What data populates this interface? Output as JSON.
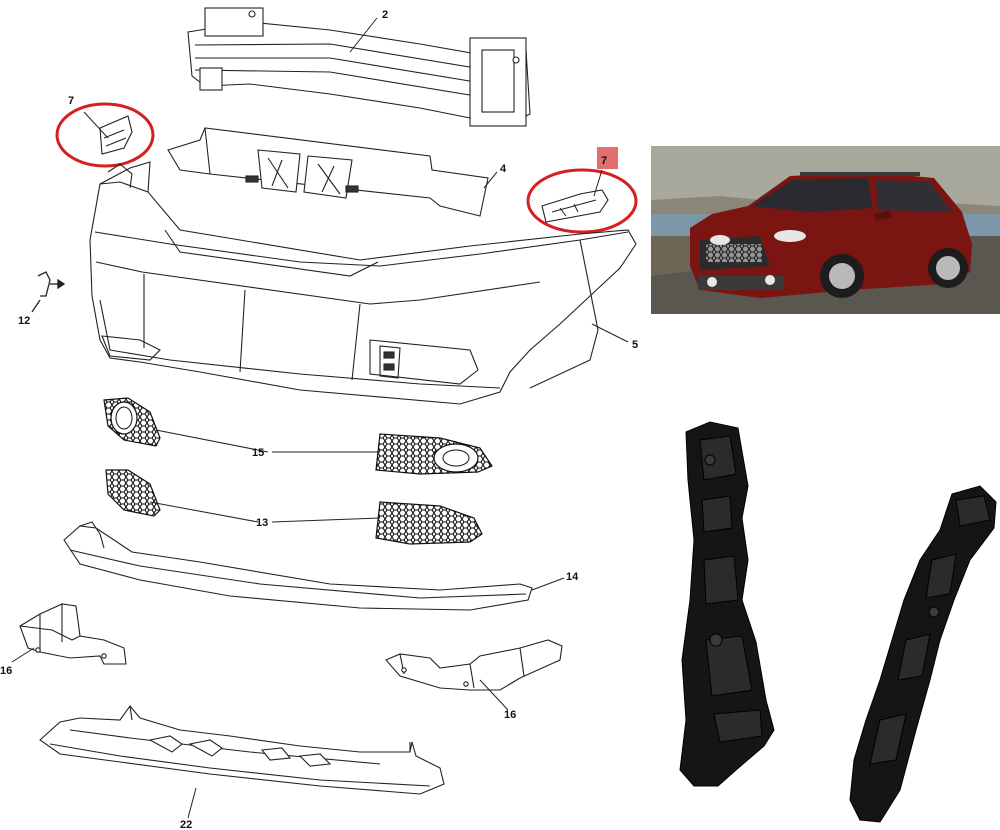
{
  "diagram": {
    "callouts": {
      "reinforcement": "2",
      "absorber": "4",
      "fascia": "5",
      "bracket_left": "7",
      "bracket_right": "7",
      "clip": "12",
      "grille_lower": "13",
      "spoiler": "14",
      "grille_fog": "15",
      "shield_left": "16",
      "shield_right": "16",
      "air_dam": "22"
    },
    "highlight_color": "#d42020",
    "callout_tag_color": "#e07070"
  },
  "photo": {
    "vehicle_body_color": "#7a1512",
    "sky_color": "#a9a89c",
    "road_color": "#5a5650"
  },
  "parts_photo": {
    "part_color": "#151515"
  }
}
